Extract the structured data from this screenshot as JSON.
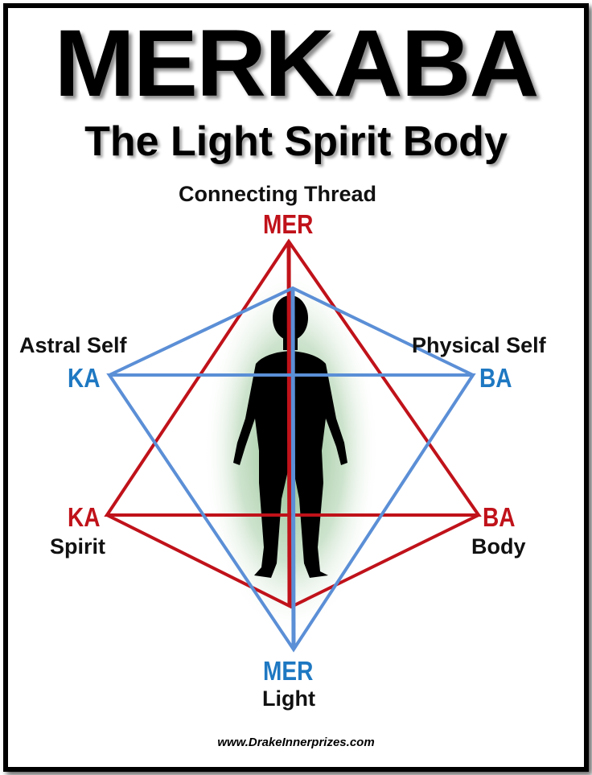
{
  "title": "MERKABA",
  "subtitle": "The Light Spirit Body",
  "labels": {
    "connecting_thread": "Connecting Thread",
    "mer_top": "MER",
    "astral_self": "Astral Self",
    "ka_blue": "KA",
    "physical_self": "Physical Self",
    "ba_blue": "BA",
    "ka_red": "KA",
    "spirit": "Spirit",
    "ba_red": "BA",
    "body": "Body",
    "mer_bottom": "MER",
    "light": "Light"
  },
  "website": "www.DrakeInnerprizes.com",
  "colors": {
    "red": "#c0121a",
    "blue": "#5b8fd6",
    "glow": "#7fb77f"
  }
}
